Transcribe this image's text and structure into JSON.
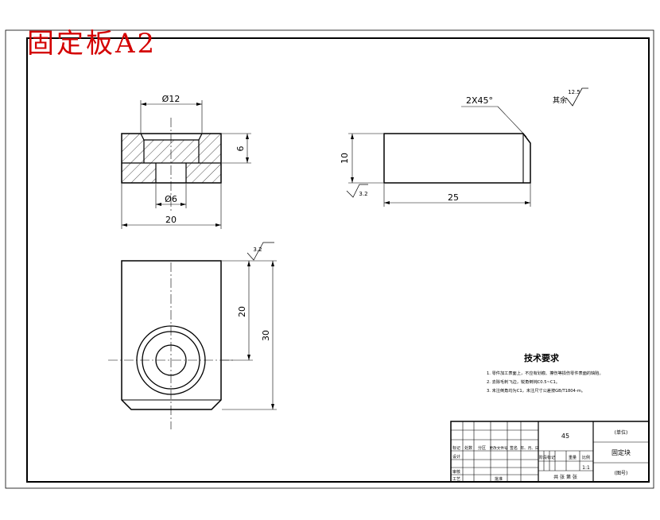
{
  "drawing_title": "固定板A2",
  "views": {
    "top": {
      "dia_top": "Ø12",
      "depth": "6",
      "dia_bottom": "Ø6",
      "width": "20"
    },
    "side": {
      "chamfer": "2X45°",
      "height": "10",
      "length": "25",
      "roughness": "3.2"
    },
    "front": {
      "roughness": "3.2",
      "dim_inner": "20",
      "dim_outer": "30"
    }
  },
  "roughness_note": {
    "label": "其余",
    "value": "12.5"
  },
  "tech_requirements": {
    "title": "技术要求",
    "items": [
      "1. 零件加工表面上，不应有划痕、擦伤等损伤零件表面的缺陷。",
      "2. 去除毛刺飞边，锐角倒钝C0.5~C1。",
      "3. 未注倒角均为C1，未注尺寸公差按GB/T1804-m。"
    ]
  },
  "title_block": {
    "material": "45",
    "part_name": "固定块",
    "unit": "(单位)",
    "code": "(图号)",
    "scale": "1:1",
    "header_labels": [
      "标记",
      "处数",
      "分区",
      "更改文件号",
      "签名",
      "年、月、日"
    ],
    "row_labels": [
      "设计",
      "审核",
      "工艺",
      "批准"
    ],
    "stage_labels": [
      "阶段标记",
      "重量",
      "比例"
    ],
    "sheet_text": "共  张  第  张"
  }
}
